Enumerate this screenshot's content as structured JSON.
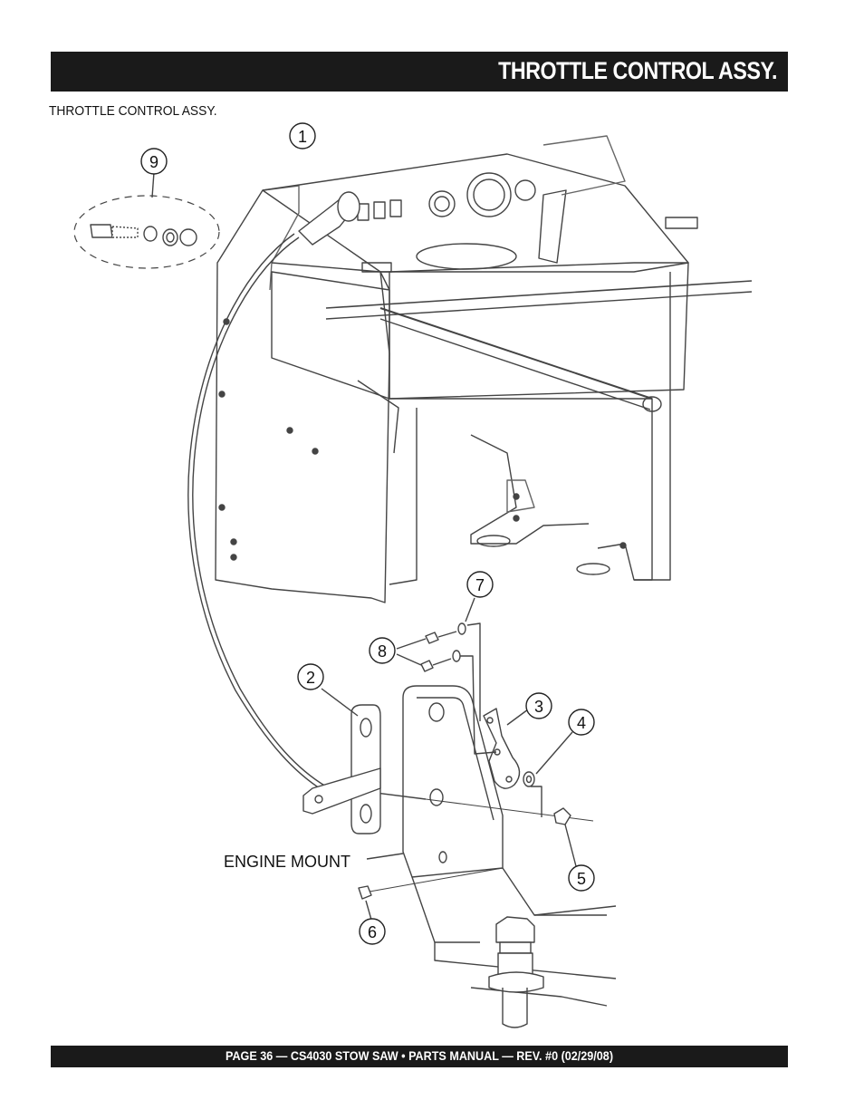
{
  "header": {
    "title": "THROTTLE CONTROL ASSY."
  },
  "subtitle": "THROTTLE CONTROL ASSY.",
  "callouts": [
    "1",
    "2",
    "3",
    "4",
    "5",
    "6",
    "7",
    "8",
    "9"
  ],
  "labels": {
    "engine_mount": "ENGINE MOUNT"
  },
  "footer": {
    "text": "PAGE 36 — CS4030 STOW SAW • PARTS MANUAL — REV. #0 (02/29/08)"
  }
}
